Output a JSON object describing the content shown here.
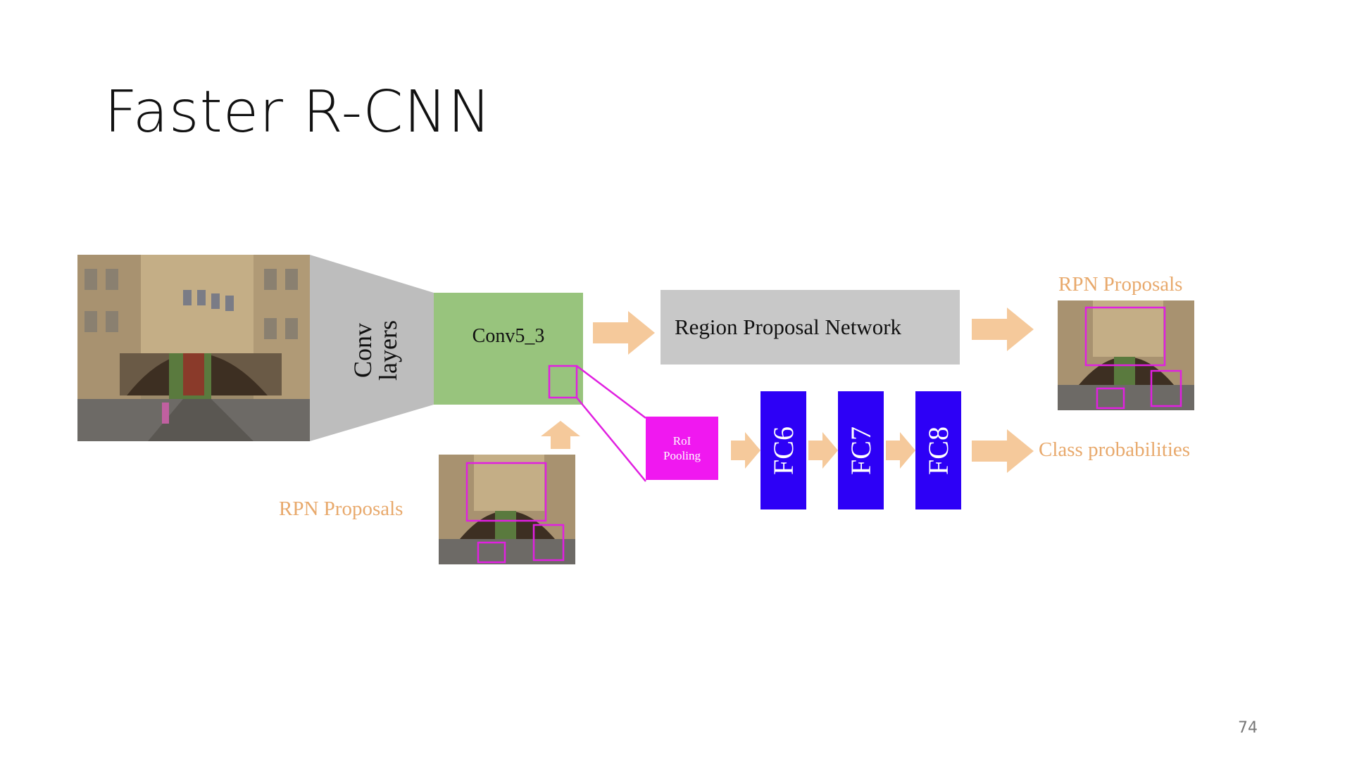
{
  "slide": {
    "title": "Faster R-CNN",
    "page_number": "74"
  },
  "diagram": {
    "conv_layers_line1": "Conv",
    "conv_layers_line2": "layers",
    "conv5_3": "Conv5_3",
    "region_proposal_network": "Region Proposal Network",
    "roi_pooling_line1": "RoI",
    "roi_pooling_line2": "Pooling",
    "fc6": "FC6",
    "fc7": "FC7",
    "fc8": "FC8",
    "rpn_proposals_top": "RPN Proposals",
    "rpn_proposals_bottom": "RPN Proposals",
    "class_probabilities": "Class probabilities"
  },
  "colors": {
    "conv5_3": "#98c47d",
    "rpn": "#c8c8c8",
    "roi": "#f018f0",
    "fc": "#2d00f6",
    "arrow": "#f5c99b",
    "label_orange": "#e8a96c",
    "proposal_box": "#e020e0"
  }
}
